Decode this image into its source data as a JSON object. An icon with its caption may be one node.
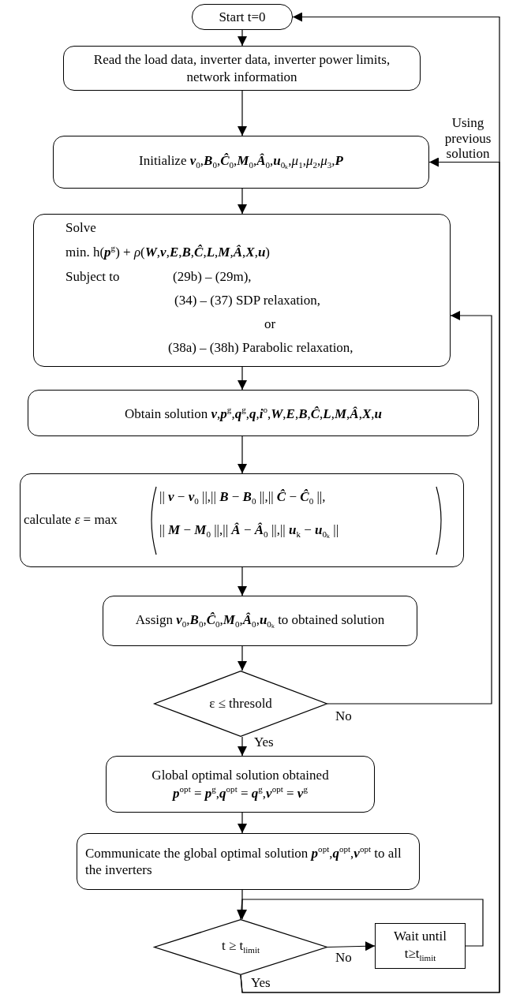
{
  "diagram": {
    "nodes": [
      {
        "text": [
          "Start t=0"
        ]
      },
      {
        "text": [
          "Read the load data, inverter data, inverter power limits, network information"
        ]
      },
      {
        "text": [
          "Initialize **v**$_{0}$,**B**$_{0}$,**Ĉ**$_{0}$,**M**$_{0}$,**Â**$_{0}$,**u**$_{0ₖ}$,*μ*$_{1}$,*μ*$_{2}$,*μ*$_{3}$,**P**"
        ]
      },
      {
        "text": [
          "Solve",
          "min. h(**p**$^{g}$) + *ρ*(**W**,**v**,**E**,**B**,**Ĉ**,**L**,**M**,**Â**,**X**,**u**)",
          "Subject to",
          "(29b) – (29m),",
          "(34) – (37) SDP relaxation,",
          "or",
          "(38a) – (38h) Parabolic relaxation,"
        ]
      },
      {
        "text": [
          "Obtain solution **v**,**p**$^{g}$,**q**$^{g}$,**q**,**i**$^{o}$,**W**,**E**,**B**,**Ĉ**,**L**,**M**,**Â**,**X**,**u**"
        ]
      },
      {
        "text": [
          "calculate *ε* = max",
          "|| **v** − **v**$_{0}$ ||,|| **B** − **B**$_{0}$ ||,|| **Ĉ** − **Ĉ**$_{0}$ ||,",
          "|| **M** − **M**$_{0}$ ||,|| **Â** − **Â**$_{0}$ ||,|| **u**$_{k}$ − **u**$_{0ₖ}$ ||"
        ]
      },
      {
        "text": [
          "Assign **v**$_{0}$,**B**$_{0}$,**Ĉ**$_{0}$,**M**$_{0}$,**Â**$_{0}$,**u**$_{0ₖ}$ to obtained solution"
        ]
      },
      {
        "text": [
          "ε ≤ thresold"
        ]
      },
      {
        "text": [
          "Global optimal solution obtained",
          "**p**$^{opt}$ = **p**$^{g}$,**q**$^{opt}$ = **q**$^{g}$,**v**$^{opt}$ = **v**$^{g}$"
        ]
      },
      {
        "text": [
          "Communicate the global optimal solution **p**$^{opt}$,**q**$^{opt}$,**v**$^{opt}$ to all the inverters"
        ]
      },
      {
        "text": [
          "t ≥ t$_{limit}$"
        ]
      },
      {
        "text": [
          "Wait until t≥t$_{limit}$"
        ]
      }
    ],
    "edges": [
      {
        "from": 0,
        "to": 1,
        "arrow": "to"
      },
      {
        "from": 1,
        "to": 2,
        "arrow": "to"
      },
      {
        "from": 2,
        "to": 3,
        "arrow": "to"
      },
      {
        "from": 3,
        "to": 4,
        "arrow": "to"
      },
      {
        "from": 4,
        "to": 5,
        "arrow": "to"
      },
      {
        "from": 5,
        "to": 6,
        "arrow": "to"
      },
      {
        "from": 6,
        "to": 7,
        "arrow": "to"
      },
      {
        "from": 7,
        "to": 3,
        "arrow": "to",
        "label": "No"
      },
      {
        "from": 7,
        "to": 8,
        "arrow": "to",
        "label": "Yes"
      },
      {
        "from": 8,
        "to": 9,
        "arrow": "to"
      },
      {
        "from": 9,
        "to": 10,
        "arrow": "to"
      },
      {
        "from": 10,
        "to": 11,
        "arrow": "to",
        "label": "No"
      },
      {
        "from": 11,
        "to": 10,
        "arrow": "to"
      },
      {
        "from": 10,
        "to": 0,
        "arrow": "to",
        "label": "Yes"
      },
      {
        "from": 10,
        "to": 2,
        "arrow": "to",
        "label": "Using previous solution"
      }
    ]
  }
}
